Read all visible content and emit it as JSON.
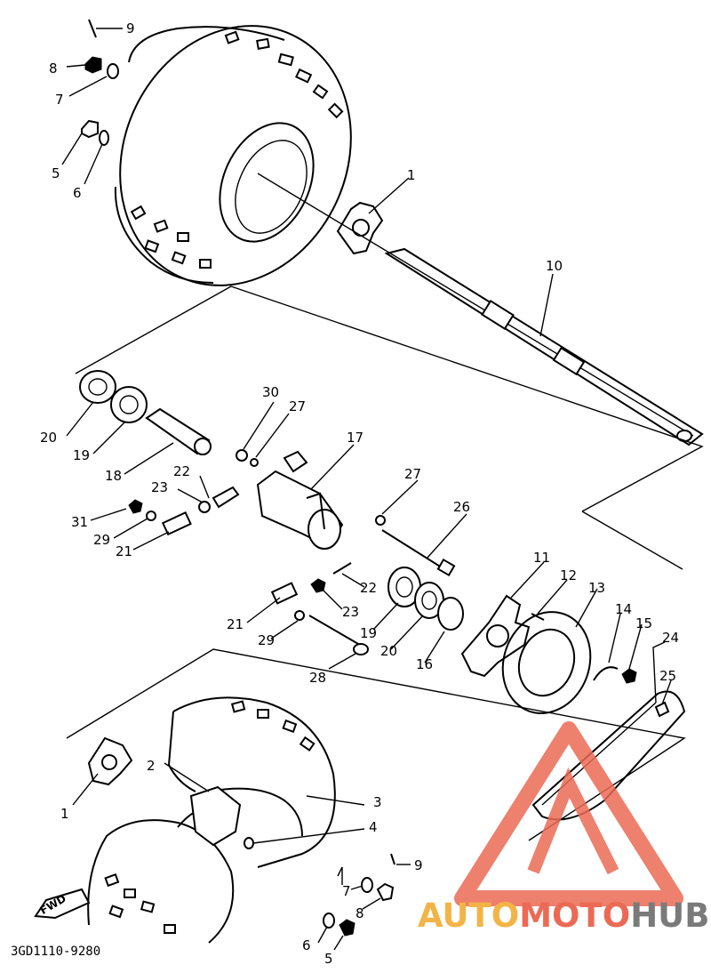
{
  "diagram_code": "3GD1110-9280",
  "direction_label": "FWD",
  "watermark": {
    "part1": "AUTO",
    "part2": "MOTO",
    "part3": "HUB"
  },
  "colors": {
    "line": "#000000",
    "watermark_orange": "#f3b447",
    "watermark_red": "#ec6a55",
    "watermark_gray": "#7a7a7a"
  },
  "callouts": {
    "c9a": "9",
    "c8a": "8",
    "c7a": "7",
    "c5a": "5",
    "c6a": "6",
    "c1a": "1",
    "c10": "10",
    "c30": "30",
    "c27a": "27",
    "c17": "17",
    "c27b": "27",
    "c26": "26",
    "c20a": "20",
    "c19a": "19",
    "c18": "18",
    "c22a": "22",
    "c23a": "23",
    "c31": "31",
    "c29a": "29",
    "c21a": "21",
    "c22b": "22",
    "c23b": "23",
    "c21b": "21",
    "c29b": "29",
    "c28": "28",
    "c19b": "19",
    "c20b": "20",
    "c16": "16",
    "c11": "11",
    "c12": "12",
    "c13": "13",
    "c14": "14",
    "c15": "15",
    "c24": "24",
    "c25": "25",
    "c2": "2",
    "c3": "3",
    "c4": "4",
    "c1b": "1",
    "c9b": "9",
    "c7b": "7",
    "c8b": "8",
    "c6b": "6",
    "c5b": "5"
  }
}
